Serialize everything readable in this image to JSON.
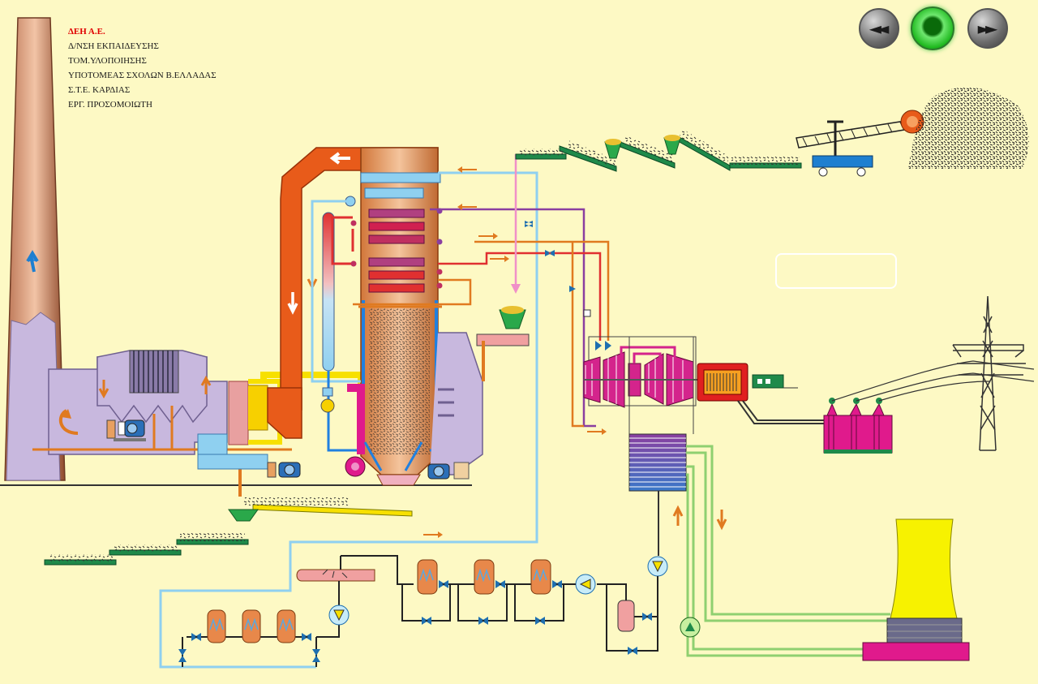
{
  "credits": {
    "organization": "ΔΕΗ Α.Ε.",
    "lines": [
      "Δ/ΝΣΗ ΕΚΠΑΙΔΕΥΣΗΣ",
      "ΤΟΜ.ΥΛΟΠΟΙΗΣΗΣ",
      "ΥΠΟΤΟΜΕΑΣ ΣΧΟΛΩΝ Β.ΕΛΛΑΔΑΣ",
      "Σ.Τ.Ε. ΚΑΡΔΙΑΣ",
      "ΕΡΓ. ΠΡΟΣΟΜΟΙΩΤΗ"
    ]
  },
  "navigation": {
    "previous_icon": "rewind-icon",
    "play_icon": "play-center-icon",
    "next_icon": "fast-forward-icon",
    "previous_label": "◄◄",
    "next_label": "►►"
  },
  "info_box": {
    "text": ""
  },
  "colors": {
    "background": "#fdf9c4",
    "flue_gas": "#e85b1a",
    "feed_water": "#8fd0f0",
    "steam": "#e03030",
    "reheat_steam": "#8a3fa0",
    "coal_conveyor": "#1f8a4a",
    "generator": "#e02020",
    "turbine": "#d4248c",
    "cooling_tower": "#f7f200"
  },
  "components": [
    "chimney-icon",
    "electrostatic-precipitator-icon",
    "air-preheater-icon",
    "boiler-icon",
    "steam-drum-icon",
    "turbine-icon",
    "generator-icon",
    "transformer-icon",
    "pylon-icon",
    "condenser-icon",
    "cooling-tower-icon",
    "coal-stacker-icon",
    "coal-pile-icon",
    "feed-pump-icon"
  ]
}
